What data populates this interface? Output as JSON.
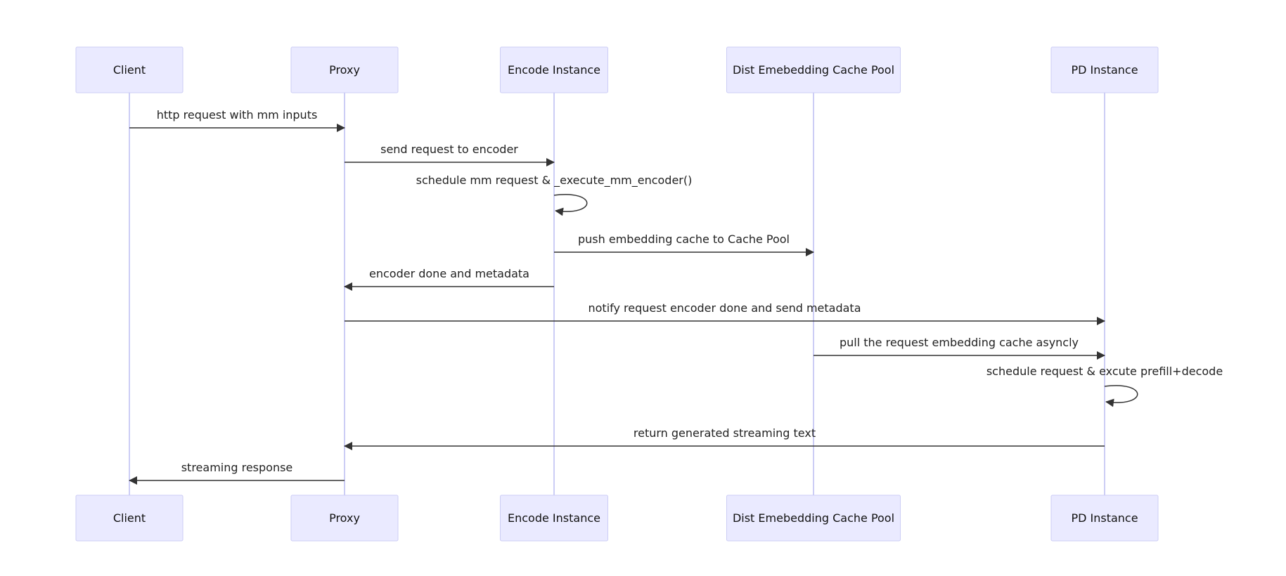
{
  "actors": [
    {
      "id": "client",
      "label": "Client"
    },
    {
      "id": "proxy",
      "label": "Proxy"
    },
    {
      "id": "encoder",
      "label": "Encode Instance"
    },
    {
      "id": "cache",
      "label": "Dist Emebedding Cache Pool"
    },
    {
      "id": "pd",
      "label": "PD Instance"
    }
  ],
  "messages": [
    {
      "from": "client",
      "to": "proxy",
      "label": "http request with mm inputs"
    },
    {
      "from": "proxy",
      "to": "encoder",
      "label": "send request to encoder"
    },
    {
      "from": "encoder",
      "to": "encoder",
      "label": "schedule mm request & _execute_mm_encoder()"
    },
    {
      "from": "encoder",
      "to": "cache",
      "label": "push embedding cache to Cache Pool"
    },
    {
      "from": "encoder",
      "to": "proxy",
      "label": "encoder done and metadata"
    },
    {
      "from": "proxy",
      "to": "pd",
      "label": "notify request encoder done and send metadata"
    },
    {
      "from": "cache",
      "to": "pd",
      "label": "pull the request embedding cache asyncly"
    },
    {
      "from": "pd",
      "to": "pd",
      "label": "schedule request & excute prefill+decode"
    },
    {
      "from": "pd",
      "to": "proxy",
      "label": "return generated streaming text"
    },
    {
      "from": "proxy",
      "to": "client",
      "label": "streaming response"
    }
  ]
}
